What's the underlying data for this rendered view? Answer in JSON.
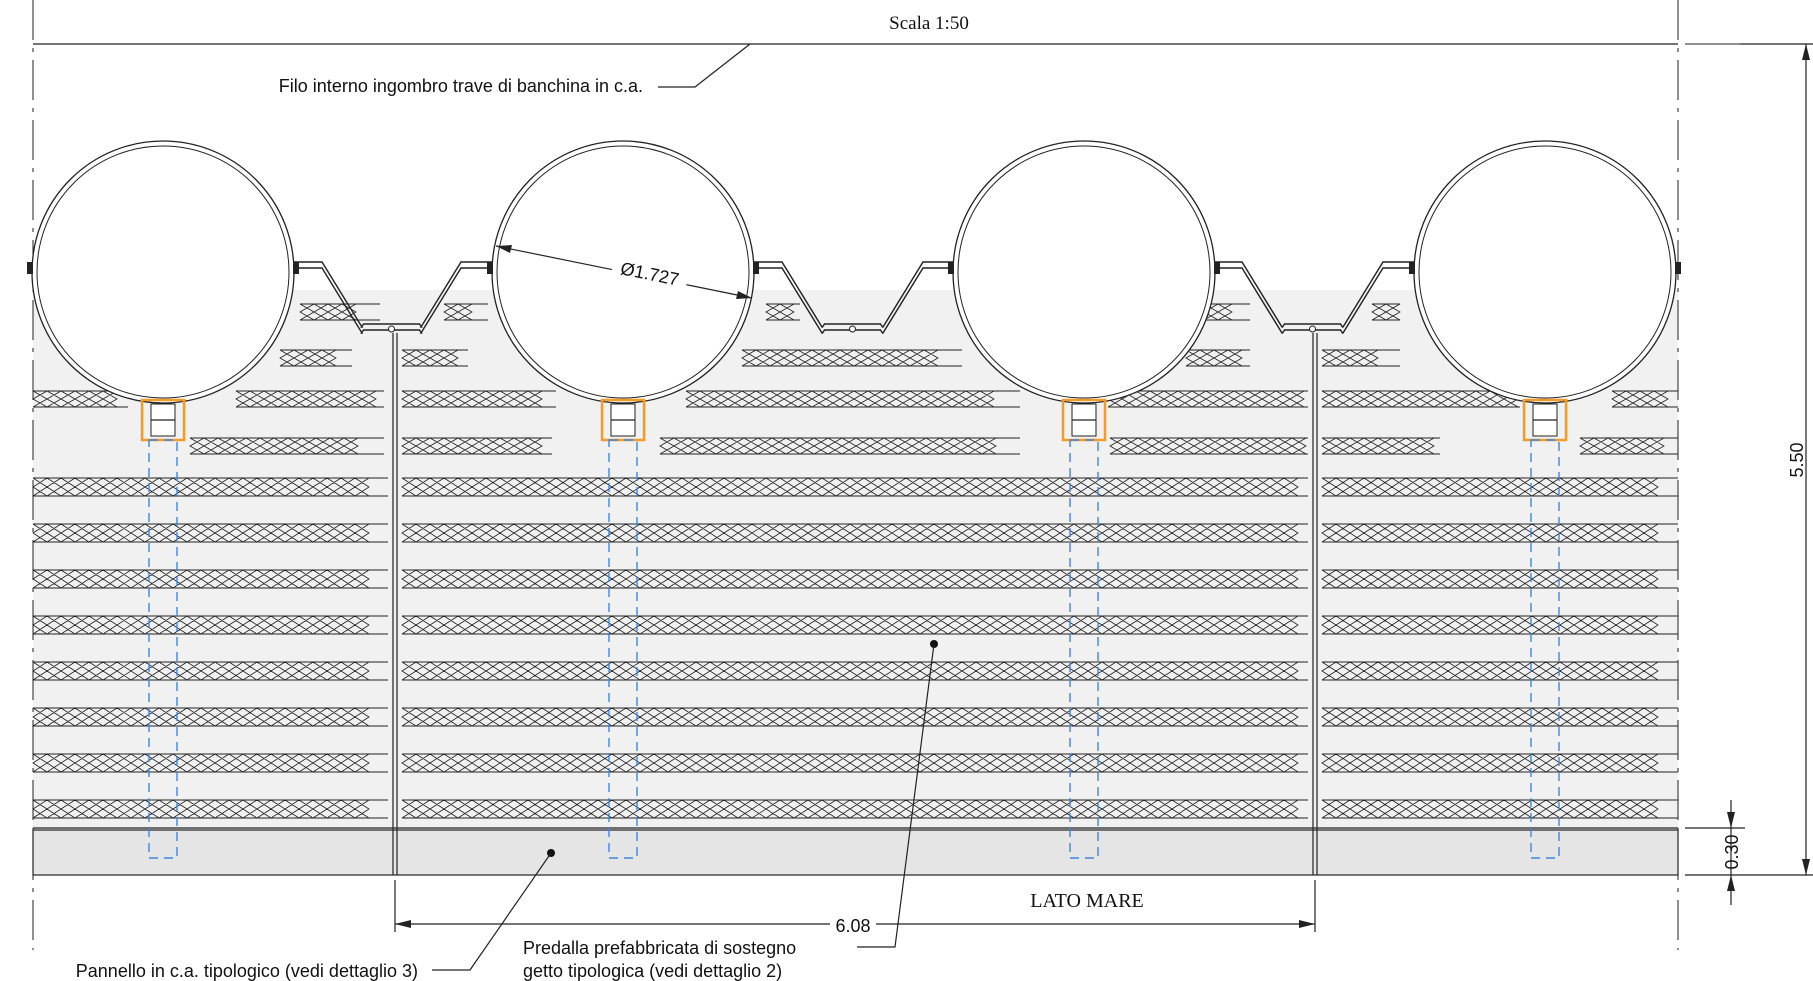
{
  "title": {
    "scale": "Scala 1:50"
  },
  "labels": {
    "filo_interno": "Filo interno ingombro trave di banchina in c.a.",
    "pannello": "Pannello in c.a. tipologico (vedi dettaglio 3)",
    "predalla_line1": "Predalla prefabbricata di sostegno",
    "predalla_line2": "getto tipologica (vedi dettaglio 2)",
    "lato_mare": "LATO MARE"
  },
  "dimensions": {
    "pile_diameter": "Ø1.727",
    "panel_width": "6.08",
    "total_height": "5.50",
    "slab_thickness": "0.30"
  },
  "colors": {
    "line": "#222222",
    "fill": "#f1f1f1",
    "slab": "#e5e5e5",
    "connector": "#f39a2b",
    "dashed": "#3d86e0"
  }
}
